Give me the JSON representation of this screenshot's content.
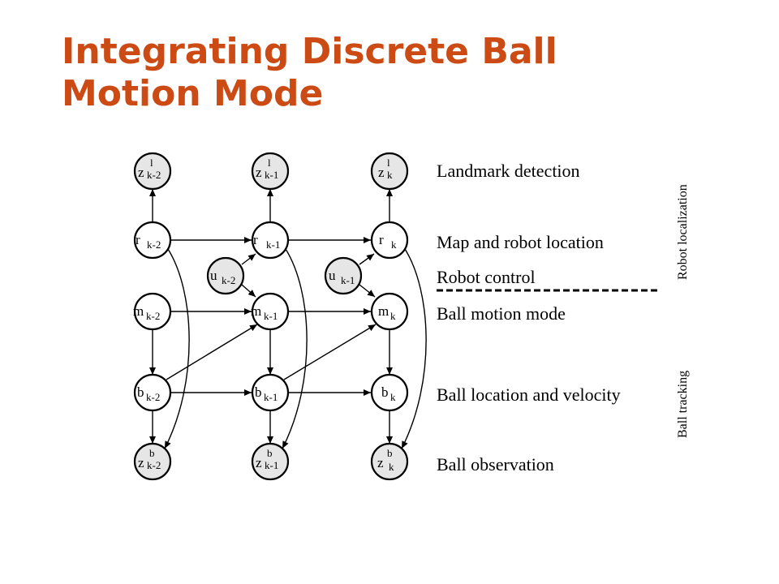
{
  "slide": {
    "title_line1": "Integrating Discrete Ball",
    "title_line2": "Motion Mode"
  },
  "rows": [
    {
      "id": "landmark",
      "label": "Landmark detection"
    },
    {
      "id": "map",
      "label": "Map and robot location"
    },
    {
      "id": "control",
      "label": "Robot control"
    },
    {
      "id": "mode",
      "label": "Ball motion mode"
    },
    {
      "id": "ballloc",
      "label": "Ball location and velocity"
    },
    {
      "id": "obs",
      "label": "Ball observation"
    }
  ],
  "groups": {
    "top": "Robot localization",
    "bottom": "Ball tracking"
  },
  "nodes": {
    "z_l": {
      "main": "z",
      "sup": "l",
      "subs": [
        "k-2",
        "k-1",
        "k"
      ]
    },
    "r": {
      "main": "r",
      "subs": [
        "k-2",
        "k-1",
        "k"
      ]
    },
    "u": {
      "main": "u",
      "subs": [
        "k-2",
        "k-1"
      ]
    },
    "m": {
      "main": "m",
      "subs": [
        "k-2",
        "k-1",
        "k"
      ]
    },
    "b": {
      "main": "b",
      "subs": [
        "k-2",
        "k-1",
        "k"
      ]
    },
    "z_b": {
      "main": "z",
      "sup": "b",
      "subs": [
        "k-2",
        "k-1",
        "k"
      ]
    }
  },
  "colors": {
    "title": "#cc4a14",
    "observed_fill": "#e6e6e6",
    "hidden_fill": "#ffffff",
    "stroke": "#000000"
  }
}
